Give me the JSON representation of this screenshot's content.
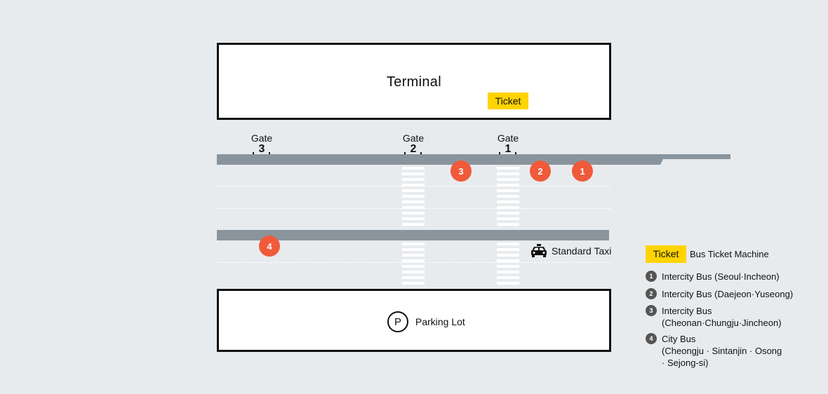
{
  "terminal": {
    "title": "Terminal",
    "ticket_label": "Ticket"
  },
  "parking": {
    "icon_letter": "P",
    "label": "Parking Lot"
  },
  "gates": [
    {
      "word": "Gate",
      "number": "3"
    },
    {
      "word": "Gate",
      "number": "2"
    },
    {
      "word": "Gate",
      "number": "1"
    }
  ],
  "stops": [
    "3",
    "2",
    "1",
    "4"
  ],
  "taxi": {
    "label": "Standard Taxi"
  },
  "legend": {
    "ticket_chip": "Ticket",
    "ticket_text": "Bus Ticket Machine",
    "items": [
      {
        "num": "1",
        "line1": "Intercity Bus (Seoul·Incheon)",
        "line2": "",
        "line3": ""
      },
      {
        "num": "2",
        "line1": "Intercity Bus (Daejeon·Yuseong)",
        "line2": "",
        "line3": ""
      },
      {
        "num": "3",
        "line1": "Intercity Bus",
        "line2": "(Cheonan·Chungju·Jincheon)",
        "line3": ""
      },
      {
        "num": "4",
        "line1": "City Bus",
        "line2": "(Cheongju · Sintanjin · Osong",
        "line3": "· Sejong-si)"
      }
    ]
  },
  "colors": {
    "background": "#e8ebee",
    "platform": "#8a949c",
    "stop": "#f05a3a",
    "ticket": "#ffd400",
    "legend_num": "#555555"
  }
}
